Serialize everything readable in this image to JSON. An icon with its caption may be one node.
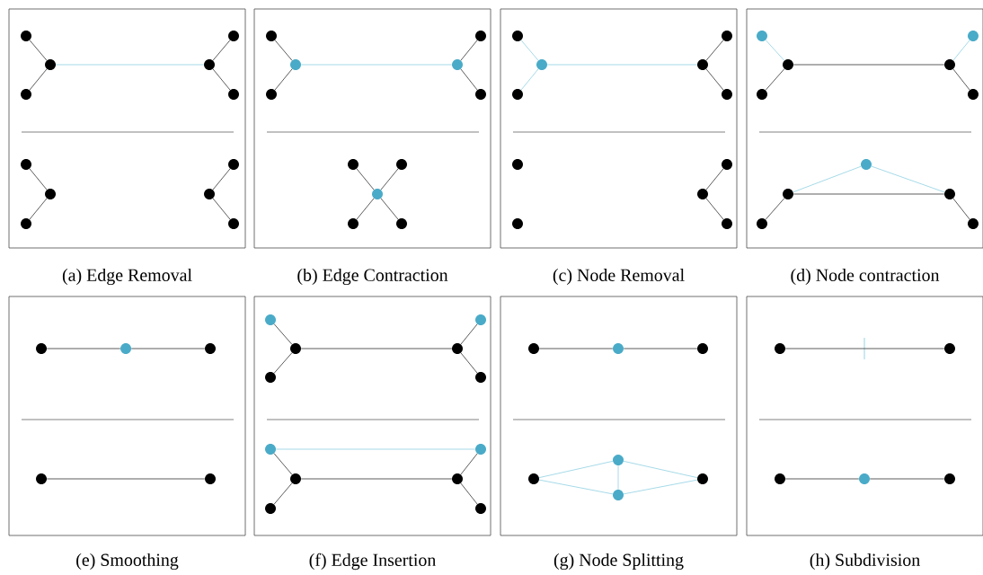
{
  "diagram": {
    "nodes": [
      {
        "text": [],
        "shape": "box",
        "beside": [
          "(a) Edge Removal"
        ]
      },
      {
        "text": [],
        "shape": "box",
        "beside": [
          "(b) Edge Contraction"
        ]
      },
      {
        "text": [],
        "shape": "box",
        "beside": [
          "(c) Node Removal"
        ]
      },
      {
        "text": [],
        "shape": "box",
        "beside": [
          "(d) Node contraction"
        ]
      },
      {
        "text": [],
        "shape": "box",
        "beside": [
          "(e) Smoothing"
        ]
      },
      {
        "text": [],
        "shape": "box",
        "beside": [
          "(f) Edge Insertion"
        ]
      },
      {
        "text": [],
        "shape": "box",
        "beside": [
          "(g) Node Splitting"
        ]
      },
      {
        "text": [],
        "shape": "box",
        "beside": [
          "(h) Subdivision"
        ]
      },
      {
        "text": [],
        "shape": "circle",
        "in": 0
      },
      {
        "text": [],
        "shape": "circle",
        "in": 0
      },
      {
        "text": [],
        "shape": "circle",
        "in": 0
      },
      {
        "text": [],
        "shape": "circle",
        "in": 0
      },
      {
        "text": [],
        "shape": "circle",
        "in": 0
      },
      {
        "text": [],
        "shape": "circle",
        "in": 0
      },
      {
        "text": [],
        "shape": "circle",
        "in": 0
      },
      {
        "text": [],
        "shape": "circle",
        "in": 0
      },
      {
        "text": [],
        "shape": "circle",
        "in": 0
      },
      {
        "text": [],
        "shape": "circle",
        "in": 0
      },
      {
        "text": [],
        "shape": "circle",
        "in": 0
      },
      {
        "text": [],
        "shape": "circle",
        "in": 0
      },
      {
        "text": [],
        "shape": "circle",
        "in": 1
      },
      {
        "text": [],
        "shape": "circle",
        "in": 1
      },
      {
        "text": [],
        "shape": "circle",
        "in": 1
      },
      {
        "text": [],
        "shape": "circle",
        "in": 1
      },
      {
        "text": [],
        "shape": "circle",
        "in": 1
      },
      {
        "text": [],
        "shape": "circle",
        "in": 1
      },
      {
        "text": [],
        "shape": "circle",
        "in": 1
      },
      {
        "text": [],
        "shape": "circle",
        "in": 1
      },
      {
        "text": [],
        "shape": "circle",
        "in": 1
      },
      {
        "text": [],
        "shape": "circle",
        "in": 1
      },
      {
        "text": [],
        "shape": "circle",
        "in": 1
      },
      {
        "text": [],
        "shape": "circle",
        "in": 2
      },
      {
        "text": [],
        "shape": "circle",
        "in": 2
      },
      {
        "text": [],
        "shape": "circle",
        "in": 2
      },
      {
        "text": [],
        "shape": "circle",
        "in": 2
      },
      {
        "text": [],
        "shape": "circle",
        "in": 2
      },
      {
        "text": [],
        "shape": "circle",
        "in": 2
      },
      {
        "text": [],
        "shape": "circle",
        "in": 2
      },
      {
        "text": [],
        "shape": "circle",
        "in": 2
      },
      {
        "text": [],
        "shape": "circle",
        "in": 2
      },
      {
        "text": [],
        "shape": "circle",
        "in": 2
      },
      {
        "text": [],
        "shape": "circle",
        "in": 2
      },
      {
        "text": [],
        "shape": "circle",
        "in": 3
      },
      {
        "text": [],
        "shape": "circle",
        "in": 3
      },
      {
        "text": [],
        "shape": "circle",
        "in": 3
      },
      {
        "text": [],
        "shape": "circle",
        "in": 3
      },
      {
        "text": [],
        "shape": "circle",
        "in": 3
      },
      {
        "text": [],
        "shape": "circle",
        "in": 3
      },
      {
        "text": [],
        "shape": "circle",
        "in": 3
      },
      {
        "text": [],
        "shape": "circle",
        "in": 3
      },
      {
        "text": [],
        "shape": "circle",
        "in": 3
      },
      {
        "text": [],
        "shape": "circle",
        "in": 3
      },
      {
        "text": [],
        "shape": "circle",
        "in": 3
      },
      {
        "text": [],
        "shape": "circle",
        "in": 4
      },
      {
        "text": [],
        "shape": "circle",
        "in": 4
      },
      {
        "text": [],
        "shape": "circle",
        "in": 4
      },
      {
        "text": [],
        "shape": "circle",
        "in": 4
      },
      {
        "text": [],
        "shape": "circle",
        "in": 4
      },
      {
        "text": [],
        "shape": "circle",
        "in": 5
      },
      {
        "text": [],
        "shape": "circle",
        "in": 5
      },
      {
        "text": [],
        "shape": "circle",
        "in": 5
      },
      {
        "text": [],
        "shape": "circle",
        "in": 5
      },
      {
        "text": [],
        "shape": "circle",
        "in": 5
      },
      {
        "text": [],
        "shape": "circle",
        "in": 5
      },
      {
        "text": [],
        "shape": "circle",
        "in": 5
      },
      {
        "text": [],
        "shape": "circle",
        "in": 5
      },
      {
        "text": [],
        "shape": "circle",
        "in": 5
      },
      {
        "text": [],
        "shape": "circle",
        "in": 5
      },
      {
        "text": [],
        "shape": "circle",
        "in": 5
      },
      {
        "text": [],
        "shape": "circle",
        "in": 5
      },
      {
        "text": [],
        "shape": "circle",
        "in": 6
      },
      {
        "text": [],
        "shape": "circle",
        "in": 6
      },
      {
        "text": [],
        "shape": "circle",
        "in": 6
      },
      {
        "text": [],
        "shape": "circle",
        "in": 6
      },
      {
        "text": [],
        "shape": "circle",
        "in": 6
      },
      {
        "text": [],
        "shape": "circle",
        "in": 6
      },
      {
        "text": [],
        "shape": "circle",
        "in": 6
      },
      {
        "text": [],
        "shape": "circle",
        "in": 7
      },
      {
        "text": [],
        "shape": "circle",
        "in": 7
      },
      {
        "text": [],
        "shape": "circle",
        "in": 7
      },
      {
        "text": [],
        "shape": "circle",
        "in": 7
      },
      {
        "text": [],
        "shape": "circle",
        "in": 7
      }
    ],
    "edges": [
      {
        "from": 8,
        "to": 9,
        "arrow": "none"
      },
      {
        "from": 10,
        "to": 9,
        "arrow": "none"
      },
      {
        "from": 9,
        "to": 11,
        "arrow": "none",
        "color": "#8fd0e2"
      },
      {
        "from": 11,
        "to": 12,
        "arrow": "none"
      },
      {
        "from": 11,
        "to": 13,
        "arrow": "none"
      },
      {
        "from": 14,
        "to": 15,
        "arrow": "none"
      },
      {
        "from": 16,
        "to": 15,
        "arrow": "none"
      },
      {
        "from": 17,
        "to": 18,
        "arrow": "none"
      },
      {
        "from": 17,
        "to": 19,
        "arrow": "none"
      },
      {
        "from": 20,
        "to": 21,
        "arrow": "none"
      },
      {
        "from": 22,
        "to": 21,
        "arrow": "none"
      },
      {
        "from": 21,
        "to": 23,
        "arrow": "none",
        "color": "#8fd0e2"
      },
      {
        "from": 23,
        "to": 24,
        "arrow": "none"
      },
      {
        "from": 23,
        "to": 25,
        "arrow": "none"
      },
      {
        "from": 26,
        "to": 28,
        "arrow": "none"
      },
      {
        "from": 27,
        "to": 28,
        "arrow": "none"
      },
      {
        "from": 28,
        "to": 29,
        "arrow": "none"
      },
      {
        "from": 28,
        "to": 30,
        "arrow": "none"
      },
      {
        "from": 31,
        "to": 32,
        "arrow": "none",
        "color": "#8fd0e2"
      },
      {
        "from": 33,
        "to": 32,
        "arrow": "none",
        "color": "#8fd0e2"
      },
      {
        "from": 32,
        "to": 34,
        "arrow": "none",
        "color": "#8fd0e2"
      },
      {
        "from": 34,
        "to": 35,
        "arrow": "none"
      },
      {
        "from": 34,
        "to": 36,
        "arrow": "none"
      },
      {
        "from": 39,
        "to": 40,
        "arrow": "none"
      },
      {
        "from": 39,
        "to": 41,
        "arrow": "none"
      },
      {
        "from": 42,
        "to": 43,
        "arrow": "none",
        "color": "#8fd0e2"
      },
      {
        "from": 44,
        "to": 43,
        "arrow": "none"
      },
      {
        "from": 43,
        "to": 45,
        "arrow": "none"
      },
      {
        "from": 45,
        "to": 46,
        "arrow": "none",
        "color": "#8fd0e2"
      },
      {
        "from": 45,
        "to": 47,
        "arrow": "none"
      },
      {
        "from": 48,
        "to": 49,
        "arrow": "none",
        "color": "#8fd0e2"
      },
      {
        "from": 48,
        "to": 51,
        "arrow": "none",
        "color": "#8fd0e2"
      },
      {
        "from": 49,
        "to": 51,
        "arrow": "none"
      },
      {
        "from": 49,
        "to": 50,
        "arrow": "none"
      },
      {
        "from": 51,
        "to": 52,
        "arrow": "none"
      },
      {
        "from": 53,
        "to": 54,
        "arrow": "none"
      },
      {
        "from": 54,
        "to": 55,
        "arrow": "none"
      },
      {
        "from": 56,
        "to": 57,
        "arrow": "none"
      },
      {
        "from": 58,
        "to": 59,
        "arrow": "none"
      },
      {
        "from": 60,
        "to": 59,
        "arrow": "none"
      },
      {
        "from": 59,
        "to": 61,
        "arrow": "none"
      },
      {
        "from": 61,
        "to": 62,
        "arrow": "none"
      },
      {
        "from": 61,
        "to": 63,
        "arrow": "none"
      },
      {
        "from": 64,
        "to": 68,
        "arrow": "none",
        "color": "#8fd0e2"
      },
      {
        "from": 64,
        "to": 65,
        "arrow": "none"
      },
      {
        "from": 66,
        "to": 65,
        "arrow": "none"
      },
      {
        "from": 65,
        "to": 67,
        "arrow": "none"
      },
      {
        "from": 67,
        "to": 68,
        "arrow": "none"
      },
      {
        "from": 67,
        "to": 69,
        "arrow": "none"
      },
      {
        "from": 70,
        "to": 71,
        "arrow": "none"
      },
      {
        "from": 71,
        "to": 72,
        "arrow": "none"
      },
      {
        "from": 73,
        "to": 74,
        "arrow": "none",
        "color": "#8fd0e2"
      },
      {
        "from": 73,
        "to": 75,
        "arrow": "none",
        "color": "#8fd0e2"
      },
      {
        "from": 74,
        "to": 75,
        "arrow": "none",
        "color": "#8fd0e2"
      },
      {
        "from": 74,
        "to": 76,
        "arrow": "none",
        "color": "#8fd0e2"
      },
      {
        "from": 75,
        "to": 76,
        "arrow": "none",
        "color": "#8fd0e2"
      },
      {
        "from": 77,
        "to": 78,
        "arrow": "none"
      },
      {
        "from": 79,
        "to": 80,
        "arrow": "none"
      },
      {
        "from": 80,
        "to": 81,
        "arrow": "none"
      }
    ]
  }
}
